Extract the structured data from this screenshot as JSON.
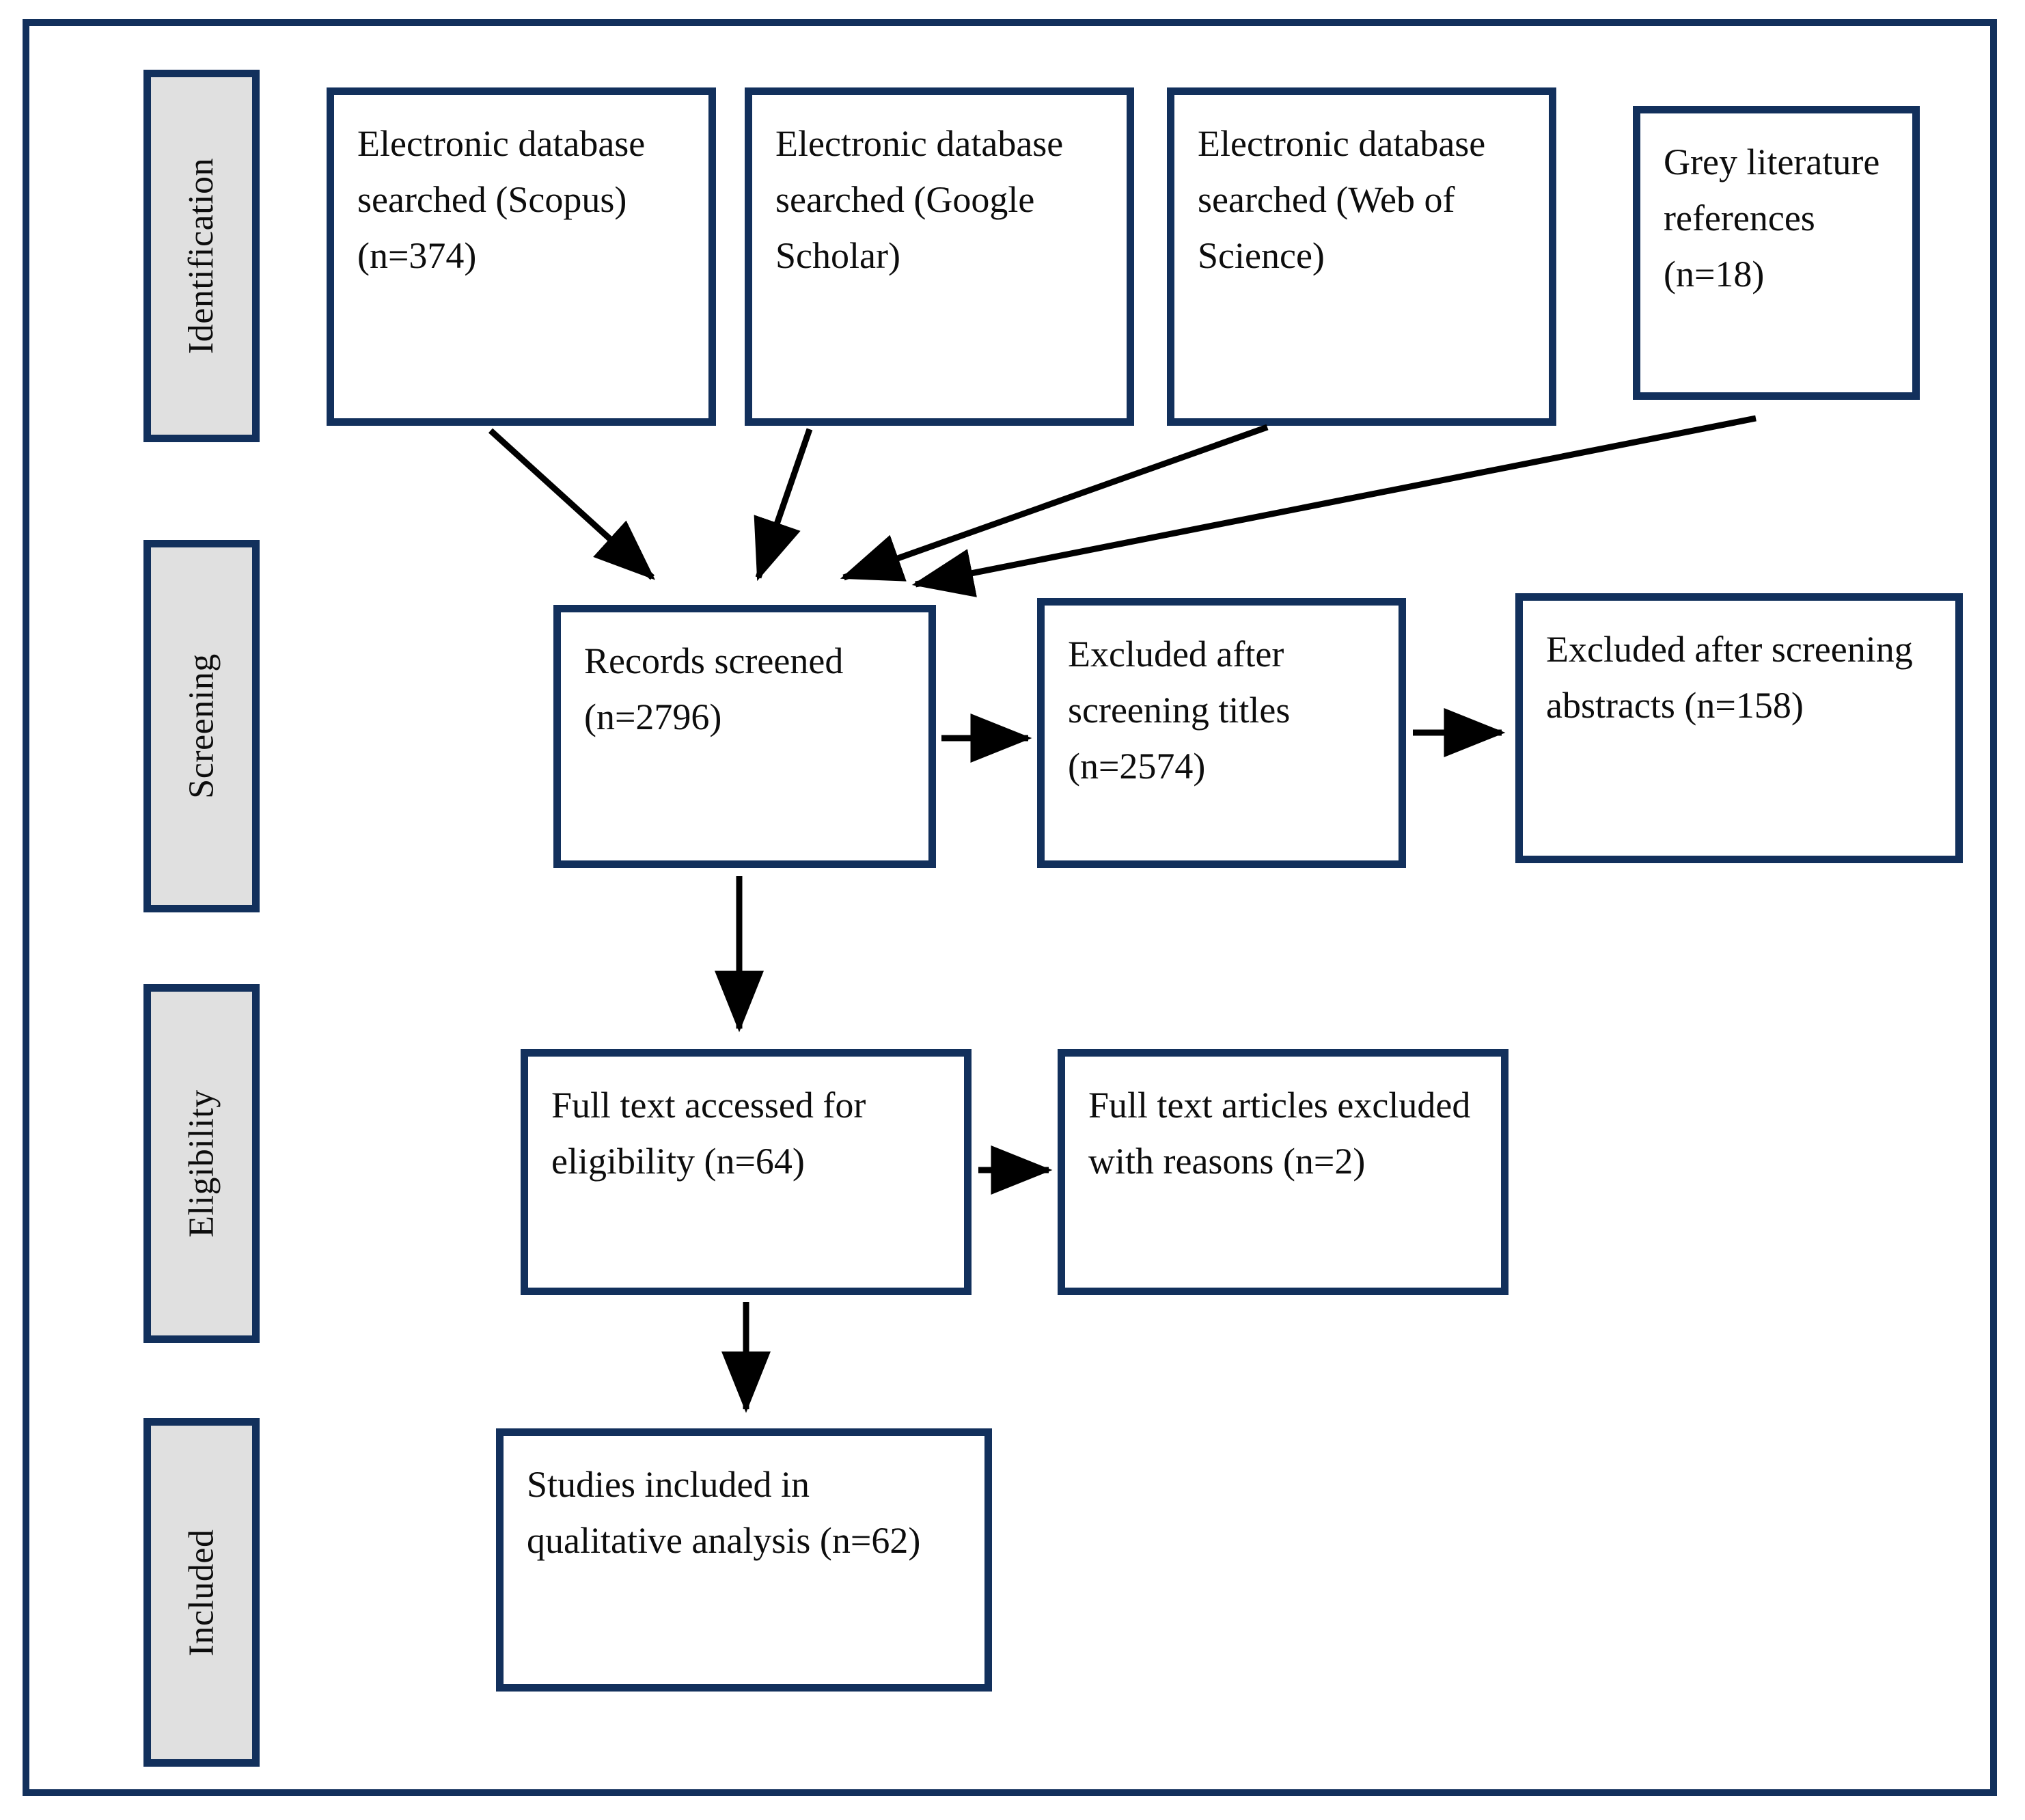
{
  "diagram": {
    "type": "prisma-flow-diagram",
    "title": "PRISMA study selection flow diagram",
    "colors": {
      "box_border": "#12305c",
      "stage_label_fill": "#e0e0e0",
      "arrow": "#000000",
      "background": "#ffffff",
      "text": "#0d0d0d"
    }
  },
  "stages": [
    {
      "id": "identification",
      "label": "Identification"
    },
    {
      "id": "screening",
      "label": "Screening"
    },
    {
      "id": "eligibility",
      "label": "Eligibility"
    },
    {
      "id": "included",
      "label": "Included"
    }
  ],
  "boxes": {
    "scopus": {
      "text": "Electronic database searched (Scopus) (n=374)",
      "n": 374,
      "stage": "identification"
    },
    "google_scholar": {
      "text": "Electronic database searched (Google Scholar)",
      "n": null,
      "stage": "identification"
    },
    "web_of_science": {
      "text": "Electronic database searched (Web of Science)",
      "n": null,
      "stage": "identification"
    },
    "grey_literature": {
      "text": "Grey literature references (n=18)",
      "n": 18,
      "stage": "identification"
    },
    "records_screened": {
      "text": "Records screened (n=2796)",
      "n": 2796,
      "stage": "screening"
    },
    "excluded_titles": {
      "text": "Excluded after screening titles (n=2574)",
      "n": 2574,
      "stage": "screening"
    },
    "excluded_abstracts": {
      "text": "Excluded after screening abstracts (n=158)",
      "n": 158,
      "stage": "screening"
    },
    "full_text_assessed": {
      "text": "Full text accessed for eligibility (n=64)",
      "n": 64,
      "stage": "eligibility"
    },
    "full_text_excluded": {
      "text": "Full text articles excluded with reasons (n=2)",
      "n": 2,
      "stage": "eligibility"
    },
    "studies_included": {
      "text": "Studies included in qualitative analysis (n=62)",
      "n": 62,
      "stage": "included"
    }
  },
  "flows": [
    {
      "from": "scopus",
      "to": "records_screened"
    },
    {
      "from": "google_scholar",
      "to": "records_screened"
    },
    {
      "from": "web_of_science",
      "to": "records_screened"
    },
    {
      "from": "grey_literature",
      "to": "records_screened"
    },
    {
      "from": "records_screened",
      "to": "excluded_titles"
    },
    {
      "from": "excluded_titles",
      "to": "excluded_abstracts"
    },
    {
      "from": "records_screened",
      "to": "full_text_assessed"
    },
    {
      "from": "full_text_assessed",
      "to": "full_text_excluded"
    },
    {
      "from": "full_text_assessed",
      "to": "studies_included"
    }
  ]
}
